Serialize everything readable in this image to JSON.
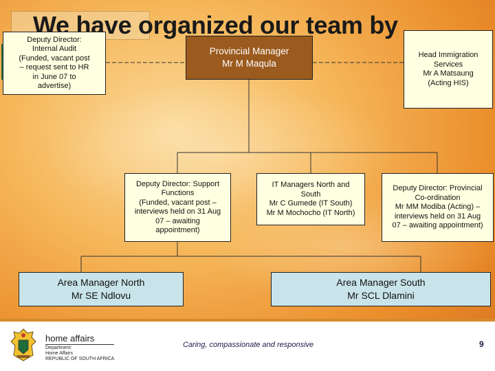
{
  "title": "We have organized our team by",
  "boxes": {
    "internal_audit": [
      "Deputy Director:",
      "Internal Audit",
      "(Funded, vacant post",
      "– request sent to HR",
      "in June 07 to",
      "advertise)"
    ],
    "provincial_manager": [
      "Provincial Manager",
      "Mr M Maqula"
    ],
    "immigration": [
      "Head Immigration",
      "Services",
      "Mr A Matsaung",
      "(Acting HIS)"
    ],
    "support": [
      "Deputy Director: Support",
      "Functions",
      "(Funded, vacant post –",
      "interviews held on 31 Aug",
      "07 – awaiting",
      "appointment)"
    ],
    "it": [
      "IT Managers North and",
      "South",
      "Mr C Gumede (IT South)",
      "Mr M Mochocho (IT North)"
    ],
    "coordination": [
      "Deputy Director: Provincial",
      "Co-ordination",
      "Mr MM Modiba  (Acting) –",
      "interviews held on 31 Aug",
      "07 – awaiting appointment)"
    ],
    "area_north": [
      "Area Manager North",
      "Mr SE Ndlovu"
    ],
    "area_south": [
      "Area Manager South",
      "Mr SCL Dlamini"
    ]
  },
  "footer": {
    "brand": "home affairs",
    "dept_lines": [
      "Department:",
      "Home Affairs",
      "REPUBLIC OF SOUTH AFRICA"
    ],
    "motto": "Caring, compassionate and responsive",
    "page_number": "9"
  },
  "colors": {
    "box_yellow": "#ffffe1",
    "box_brown": "#9b5a1e",
    "box_blue": "#c8e4ea",
    "footer_accent": "#d58a2e"
  },
  "icons": [
    "coat-of-arms-icon"
  ]
}
